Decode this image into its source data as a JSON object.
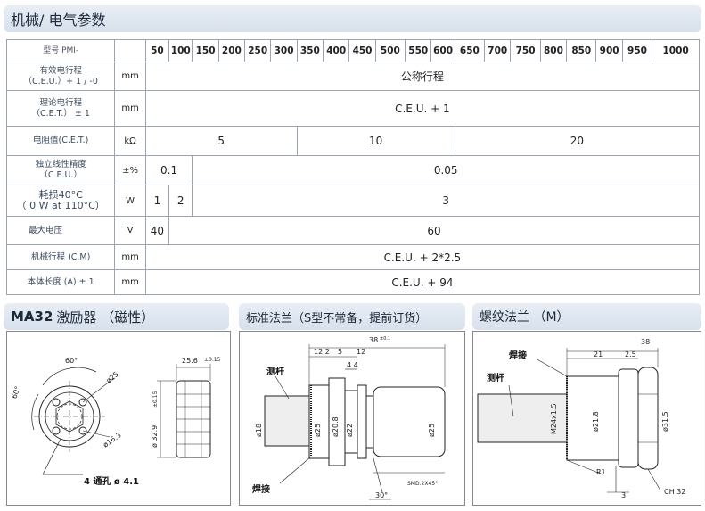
{
  "headers": {
    "top": "机械/ 电气参数",
    "ma32_bold": "MA32",
    "ma32_rest": "激励器 （磁性）",
    "std": "标准法兰（S型不常备，提前订货）",
    "thr": "螺纹法兰 （M）"
  },
  "table": {
    "model_label": "型号 PMI-",
    "sizes": [
      "50",
      "100",
      "150",
      "200",
      "250",
      "300",
      "350",
      "400",
      "450",
      "500",
      "550",
      "600",
      "650",
      "700",
      "750",
      "800",
      "850",
      "900",
      "950",
      "1000"
    ],
    "ceu_label1": "有效电行程",
    "ceu_label2": "（C.E.U.）+ 1 / -0",
    "ceu_unit": "mm",
    "ceu_value": "公称行程",
    "cet_label1": "理论电行程",
    "cet_label2": "（C.E.T.） ± 1",
    "cet_unit": "mm",
    "cet_value": "C.E.U. + 1",
    "res_label": "电阻值(C.E.T.)",
    "res_unit": "kΩ",
    "res_values": [
      "5",
      "10",
      "20"
    ],
    "lin_label1": "独立线性精度",
    "lin_label2": "（C.E.U.）",
    "lin_unit": "±%",
    "lin_values": [
      "0.1",
      "0.05"
    ],
    "pow_label1": "耗损40°C",
    "pow_label2": "（ 0 W at 110°C）",
    "pow_unit": "W",
    "pow_values": [
      "1",
      "2",
      "3"
    ],
    "volt_label": "最大电压",
    "volt_unit": "V",
    "volt_values": [
      "40",
      "60"
    ],
    "mech_label": "机械行程 (C.M)",
    "mech_unit": "mm",
    "mech_value": "C.E.U. + 2*2.5",
    "body_label": "本体长度 (A) ± 1",
    "body_unit": "mm",
    "body_value": "C.E.U. + 94"
  },
  "drawing1": {
    "angle_top": "60°",
    "angle_left": "60°",
    "dia25": "ø25",
    "dia16": "ø16.3",
    "holes": "4 通孔 ø 4.1",
    "len": "25.6",
    "len_tol": "±0.15",
    "dia32": "ø 32.9",
    "dia32_tol": "±0.15"
  },
  "drawing2": {
    "overall": "38",
    "overall_sup": "±0.1",
    "d1": "12.2",
    "d2": "5",
    "d3": "12",
    "d4": "4.4",
    "rod": "测杆",
    "weld": "焊接",
    "dia18": "ø18",
    "dia25a": "ø25",
    "dia20": "ø20.8",
    "dia22": "ø22",
    "dia25b": "ø25",
    "chamfer": "SMD.2X45°",
    "angle": "30°"
  },
  "drawing3": {
    "d38": "38",
    "d21": "21",
    "d25": "2.5",
    "weld": "焊接",
    "rod": "测杆",
    "thread": "M24x1.5",
    "dia21": "ø21.8",
    "dia31": "ø31.5",
    "r1": "R1",
    "d3": "3",
    "ch": "CH 32"
  }
}
